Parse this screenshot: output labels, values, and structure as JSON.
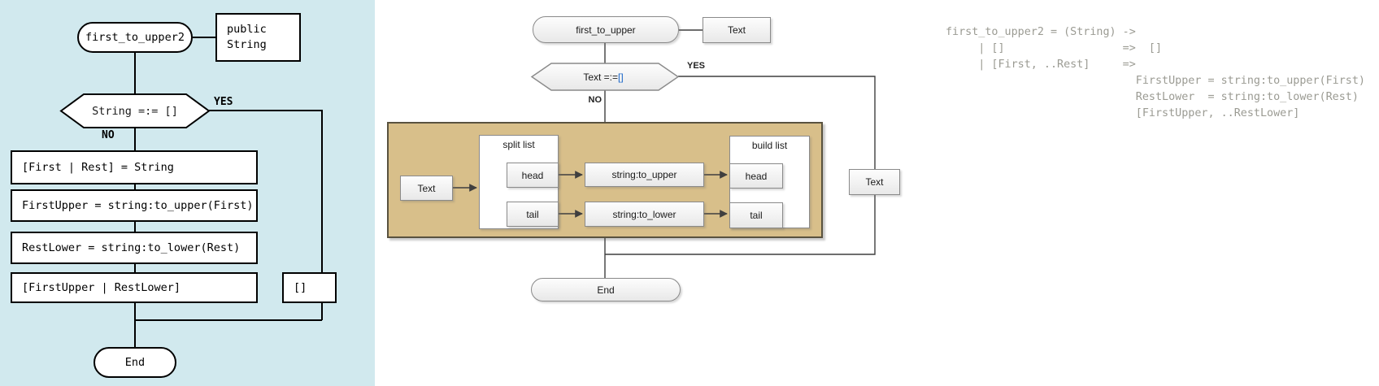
{
  "left_chart": {
    "start_label": "first_to_upper2",
    "note": [
      "public",
      "String"
    ],
    "decision": "String =:= []",
    "yes_label": "YES",
    "no_label": "NO",
    "steps": [
      "[First | Rest] = String",
      "FirstUpper = string:to_upper(First)",
      "RestLower = string:to_lower(Rest)",
      "[FirstUpper | RestLower]"
    ],
    "empty_result": "[]",
    "end_label": "End"
  },
  "mid_chart": {
    "start_label": "first_to_upper",
    "note": "Text",
    "decision_prefix": "Text =:= ",
    "decision_brackets": "[]",
    "yes_label": "YES",
    "no_label": "NO",
    "input_label": "Text",
    "split_label": "split list",
    "build_label": "build list",
    "split_head": "head",
    "split_tail": "tail",
    "upper_label": "string:to_upper",
    "lower_label": "string:to_lower",
    "build_head": "head",
    "build_tail": "tail",
    "output_label": "Text",
    "end_label": "End"
  },
  "code": {
    "lines": [
      "first_to_upper2 = (String) ->",
      "     | []                  =>  []",
      "     | [First, ..Rest]     =>",
      "                             FirstUpper = string:to_upper(First)",
      "                             RestLower  = string:to_lower(Rest)",
      "                             [FirstUpper, ..RestLower]"
    ]
  },
  "colors": {
    "left_background": "#d1e9ee",
    "tan_fill": "#d8bf8a",
    "tan_border": "#59523f",
    "mid_border": "#8a8a8a",
    "code_text": "#9b9b93",
    "bracket_blue": "#1663c7"
  }
}
